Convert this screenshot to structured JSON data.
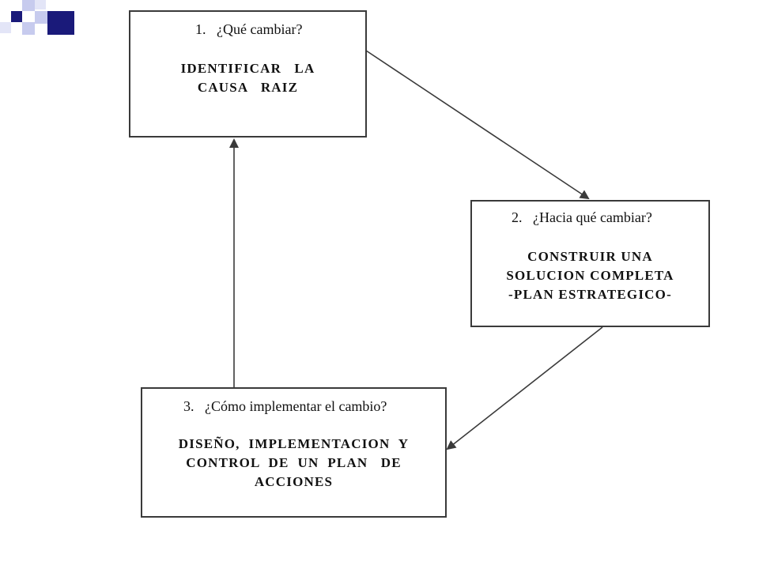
{
  "boxes": {
    "box1": {
      "question": "1.   ¿Qué cambiar?",
      "lines": [
        "IDENTIFICAR   LA",
        "CAUSA   RAIZ"
      ]
    },
    "box2": {
      "question": "2.   ¿Hacia qué cambiar?",
      "lines": [
        "CONSTRUIR UNA",
        "SOLUCION COMPLETA",
        "-PLAN ESTRATEGICO-"
      ]
    },
    "box3": {
      "question": "3.   ¿Cómo implementar el cambio?",
      "lines": [
        "DISEÑO,  IMPLEMENTACION  Y",
        "CONTROL  DE  UN  PLAN   DE",
        "ACCIONES"
      ]
    }
  },
  "colors": {
    "logo_dark": "#1a1a7a",
    "logo_light": "#b8bce8",
    "border": "#3a3a3a"
  }
}
